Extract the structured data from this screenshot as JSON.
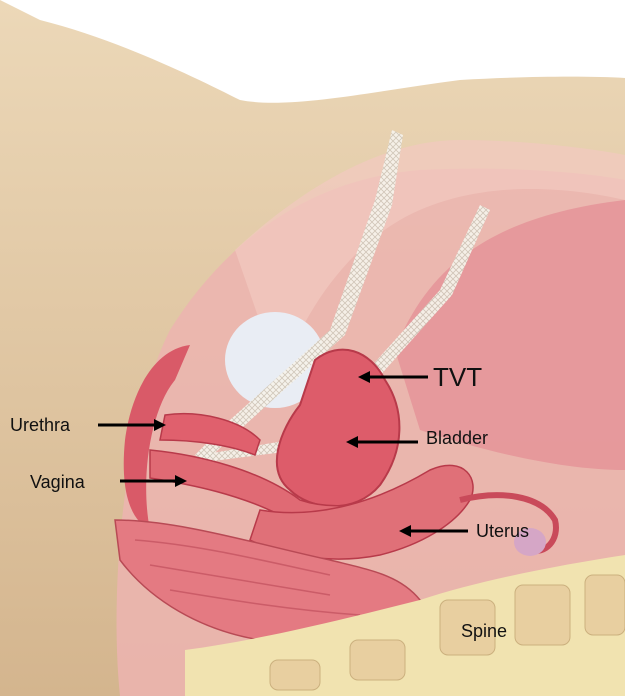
{
  "labels": {
    "tvt": "TVT",
    "urethra": "Urethra",
    "bladder": "Bladder",
    "vagina": "Vagina",
    "uterus": "Uterus",
    "spine": "Spine"
  },
  "colors": {
    "skin": "#dcc09a",
    "tissue_pink": "#e9a0a2",
    "organ_red": "#dd5c6a",
    "organ_dark": "#b83a4a",
    "bone": "#f1e3b0",
    "tape": "#f2ede4",
    "arrow": "#000000"
  }
}
